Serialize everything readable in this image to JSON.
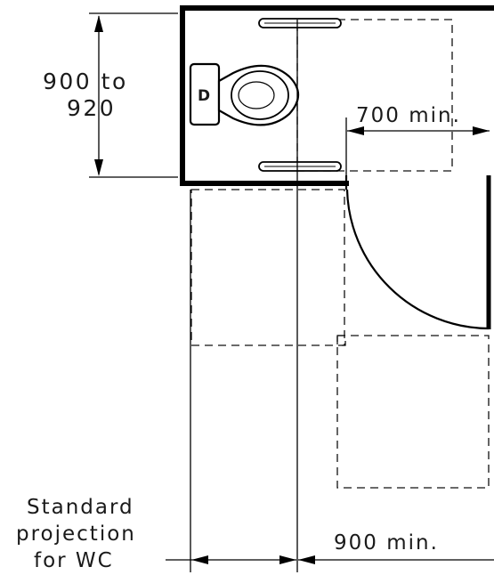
{
  "labels": {
    "cubicle_width_line1": "900 to",
    "cubicle_width_line2": "920",
    "door_opening": "700 min.",
    "projection_line1": "Standard",
    "projection_line2": "projection",
    "projection_line3": "for WC",
    "clear_space": "900 min.",
    "cistern_mark": "D"
  }
}
